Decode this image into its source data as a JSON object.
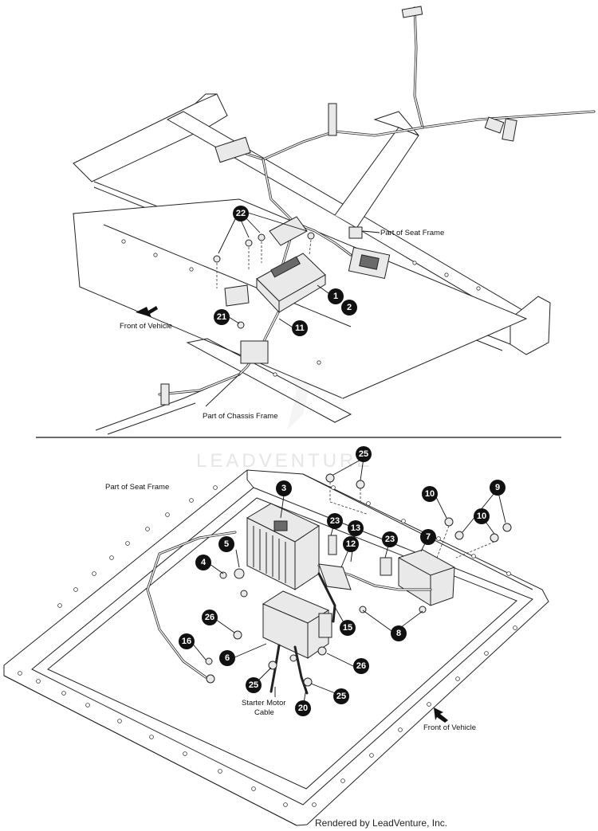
{
  "watermark": "LEADVENTURE",
  "footer": "Rendered by LeadVenture, Inc.",
  "top_view": {
    "labels": {
      "seat_frame": "Part of Seat Frame",
      "front_of_vehicle": "Front of Vehicle",
      "chassis_frame": "Part of Chassis Frame"
    },
    "callouts": [
      "22",
      "1",
      "2",
      "21",
      "11"
    ]
  },
  "bottom_view": {
    "labels": {
      "seat_frame": "Part of Seat Frame",
      "starter_motor_cable_line1": "Starter Motor",
      "starter_motor_cable_line2": "Cable",
      "front_of_vehicle": "Front of Vehicle"
    },
    "callouts": [
      "25",
      "3",
      "10",
      "9",
      "10",
      "23",
      "13",
      "5",
      "12",
      "23",
      "7",
      "4",
      "26",
      "15",
      "8",
      "16",
      "6",
      "26",
      "25",
      "25",
      "20"
    ]
  }
}
